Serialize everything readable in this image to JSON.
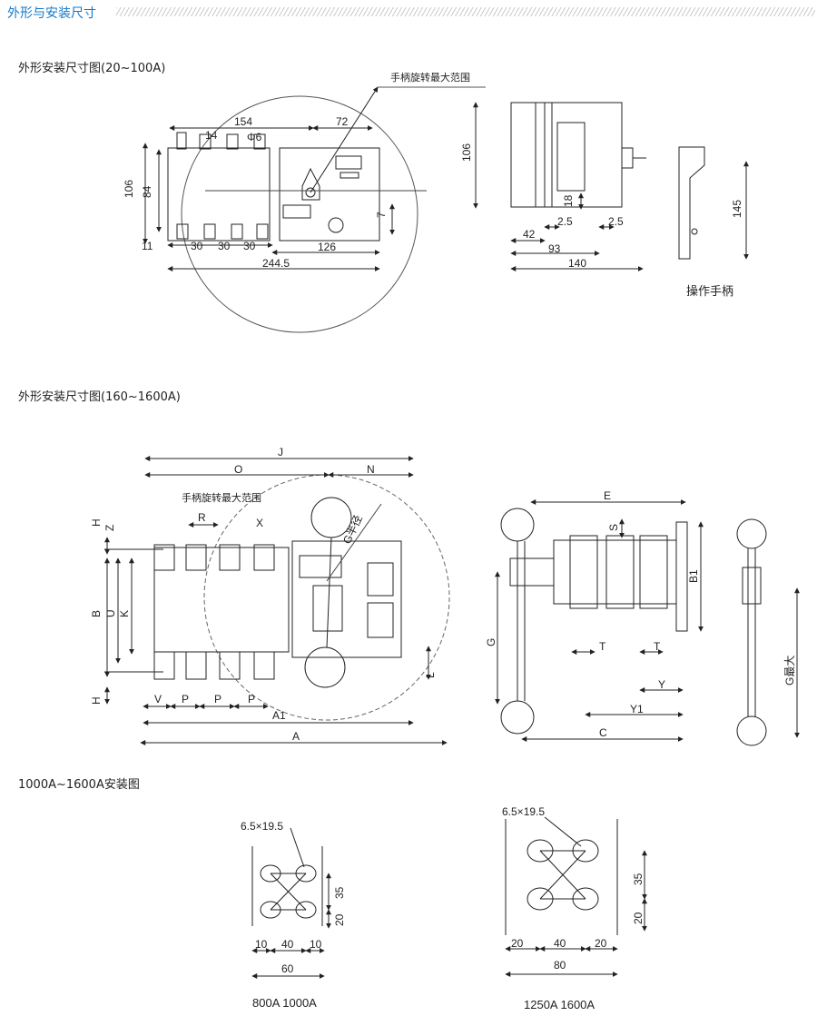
{
  "header": {
    "title": "外形与安装尺寸"
  },
  "sections": {
    "small": "外形安装尺寸图(20~100A)",
    "large": "外形安装尺寸图(160~1600A)",
    "mount": "1000A~1600A安装图"
  },
  "diagram1": {
    "handle_range_label": "手柄旋转最大范围",
    "dims": {
      "d154": "154",
      "d72": "72",
      "d14": "14",
      "dphi6": "Φ6",
      "d106": "106",
      "d84": "84",
      "d11": "11",
      "d30a": "30",
      "d30b": "30",
      "d30c": "30",
      "d126": "126",
      "d244": "244.5",
      "d7": "7"
    },
    "side": {
      "d106": "106",
      "d18": "18",
      "d25a": "2.5",
      "d25b": "2.5",
      "d42": "42",
      "d93": "93",
      "d140": "140"
    },
    "handle": {
      "d145": "145",
      "label": "操作手柄"
    }
  },
  "diagram2": {
    "handle_range_label": "手柄旋转最大范围",
    "labels": {
      "J": "J",
      "O": "O",
      "N": "N",
      "R": "R",
      "X": "X",
      "G_radius": "G半径",
      "H1": "H",
      "Z": "Z",
      "B": "B",
      "U": "U",
      "K": "K",
      "H2": "H",
      "V": "V",
      "P1": "P",
      "P2": "P",
      "P3": "P",
      "A1": "A1",
      "A": "A",
      "L": "L"
    },
    "side": {
      "E": "E",
      "S": "S",
      "B1": "B1",
      "G": "G",
      "T1": "T",
      "T2": "T",
      "Y": "Y",
      "Y1": "Y1",
      "C": "C"
    },
    "handle": {
      "Gmax": "G最大"
    }
  },
  "mount_left": {
    "hole": "6.5×19.5",
    "d35": "35",
    "d20": "20",
    "d10a": "10",
    "d40": "40",
    "d10b": "10",
    "d60": "60",
    "caption": "800A  1000A"
  },
  "mount_right": {
    "hole": "6.5×19.5",
    "d35": "35",
    "d20": "20",
    "d20a": "20",
    "d40": "40",
    "d20b": "20",
    "d80": "80",
    "caption": "1250A  1600A"
  }
}
